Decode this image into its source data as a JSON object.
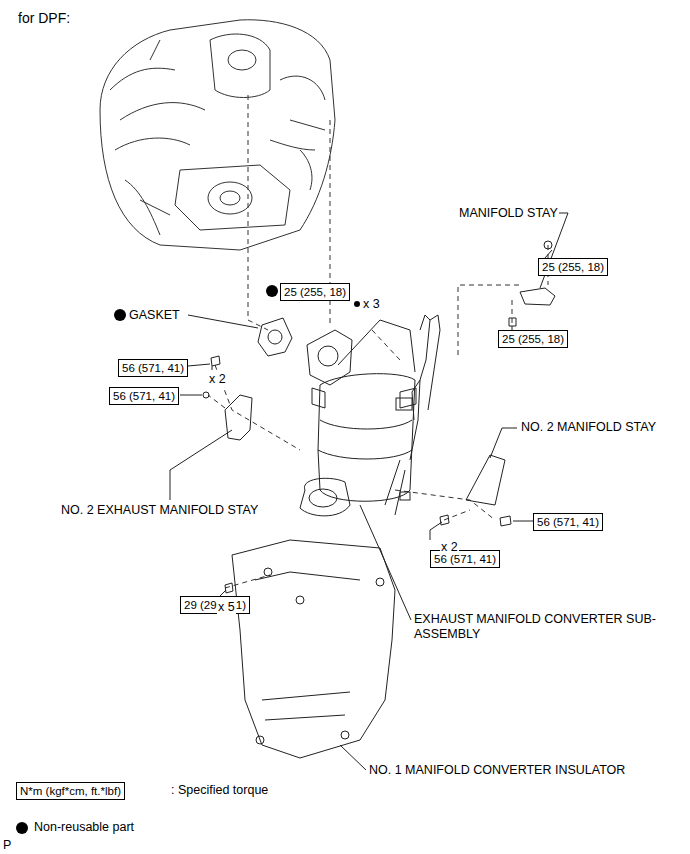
{
  "diagram": {
    "title": "for DPF:",
    "nodes": [
      {
        "text": [
          "25 (255, 18)"
        ]
      },
      {
        "text": [
          "25 (255, 18)"
        ]
      },
      {
        "text": [
          "25 (255, 18)"
        ]
      },
      {
        "text": [
          "56 (571, 41)"
        ]
      },
      {
        "text": [
          "56 (571, 41)"
        ]
      },
      {
        "text": [
          "56 (571, 41)"
        ]
      },
      {
        "text": [
          "56 (571, 41)"
        ]
      },
      {
        "text": [
          "29 (291, 21)"
        ]
      },
      {
        "text": [
          "N*m (kgf*cm, ft.*lbf)"
        ]
      }
    ],
    "labels": [
      "MANIFOLD STAY",
      "GASKET",
      "x 3",
      "x 2",
      "NO. 2 EXHAUST MANIFOLD STAY",
      "NO. 2 MANIFOLD STAY",
      "x 2",
      "x 5",
      "EXHAUST MANIFOLD CONVERTER SUB-ASSEMBLY",
      "NO. 1 MANIFOLD CONVERTER INSULATOR",
      ": Specified torque",
      "P"
    ],
    "legend": [
      {
        "text": "Non-reusable part"
      }
    ]
  }
}
